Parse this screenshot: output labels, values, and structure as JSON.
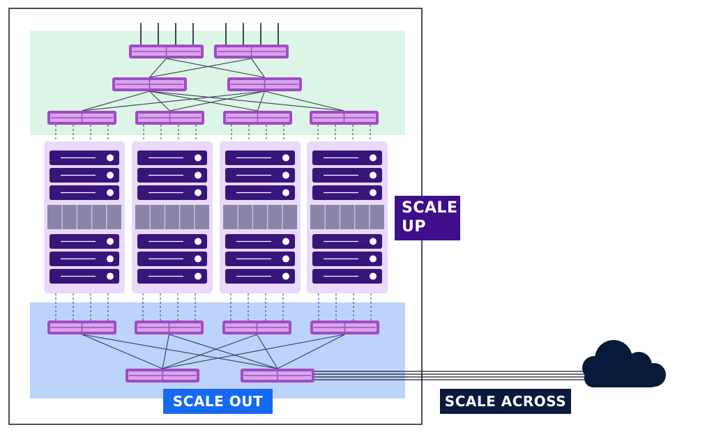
{
  "labels": {
    "scale_up": "SCALE UP",
    "scale_out": "SCALE OUT",
    "scale_across": "SCALE ACROSS"
  },
  "colors": {
    "outer_border": "#1b1f3b",
    "top_fabric_bg": "#dcf5e6",
    "bottom_fabric_bg": "#bcd4fb",
    "rack_bg": "#e9d9fa",
    "switch_fill": "#a04bc4",
    "switch_inner": "#d7a5ea",
    "server_fill": "#38157a",
    "interconnect_fill": "#8a84a6",
    "link_color": "#333a55",
    "cloud_fill": "#081a3a",
    "scale_up_bg": "#3d0f8a",
    "scale_out_bg": "#1769f2",
    "scale_across_bg": "#0b1a3d"
  },
  "icons": [
    "switch-icon",
    "server-icon",
    "cloud-icon"
  ],
  "structure": {
    "top_tier1_switches": 2,
    "top_tier2_switches": 2,
    "top_leaf_switches": 4,
    "racks": 4,
    "servers_per_group": 3,
    "server_groups_per_rack": 2,
    "bottom_leaf_switches": 4,
    "bottom_spine_switches": 2,
    "uplinks_per_top_switch": 4,
    "across_links": 4
  }
}
